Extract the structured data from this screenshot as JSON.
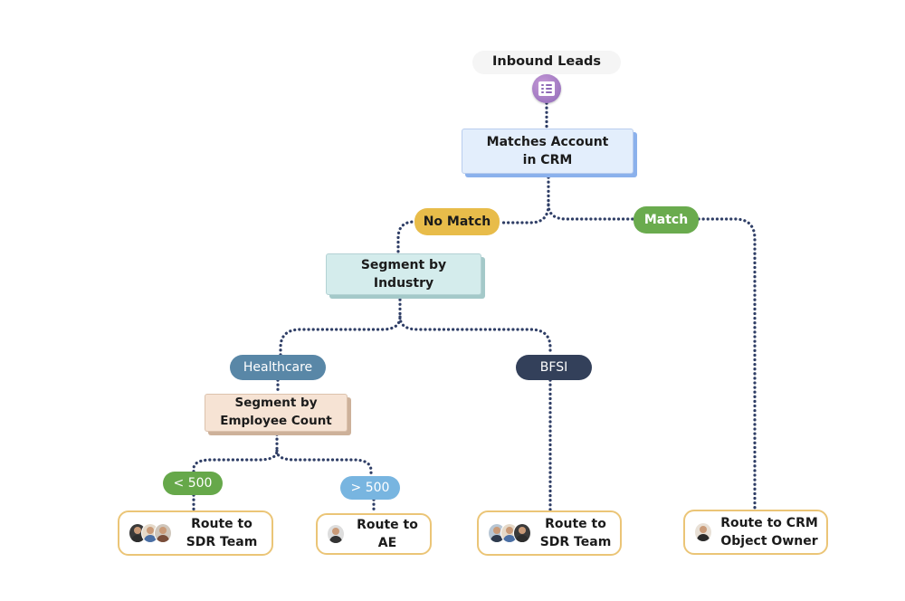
{
  "diagram": {
    "root": {
      "title": "Inbound Leads",
      "icon": "form-list-icon"
    },
    "decision": {
      "label_line1": "Matches Account",
      "label_line2": "in CRM"
    },
    "branches": {
      "no_match": "No Match",
      "match": "Match"
    },
    "segment_industry": {
      "line1": "Segment by",
      "line2": "Industry"
    },
    "industries": {
      "healthcare": "Healthcare",
      "bfsi": "BFSI"
    },
    "segment_employee": {
      "line1": "Segment by",
      "line2": "Employee Count"
    },
    "employee_buckets": {
      "lt": "< 500",
      "gt": "> 500"
    },
    "leaves": {
      "sdr_small": {
        "line1": "Route to",
        "line2": "SDR Team",
        "avatars": [
          "person-avatar",
          "person-avatar",
          "person-avatar"
        ]
      },
      "ae": {
        "line1": "Route to",
        "line2": "AE",
        "avatars": [
          "person-avatar"
        ]
      },
      "sdr_bfsi": {
        "line1": "Route to",
        "line2": "SDR Team",
        "avatars": [
          "person-avatar",
          "person-avatar",
          "person-avatar"
        ]
      },
      "crm_owner": {
        "line1": "Route to CRM",
        "line2": "Object Owner",
        "avatars": [
          "person-avatar"
        ]
      }
    },
    "colors": {
      "connector": "#2f3e66",
      "no_match": "#e8bc4a",
      "match": "#6aab4e",
      "healthcare": "#5987a7",
      "bfsi": "#33405a",
      "lt500": "#66a84a",
      "gt500": "#78b5e0",
      "leaf_border": "#ebc577"
    }
  }
}
